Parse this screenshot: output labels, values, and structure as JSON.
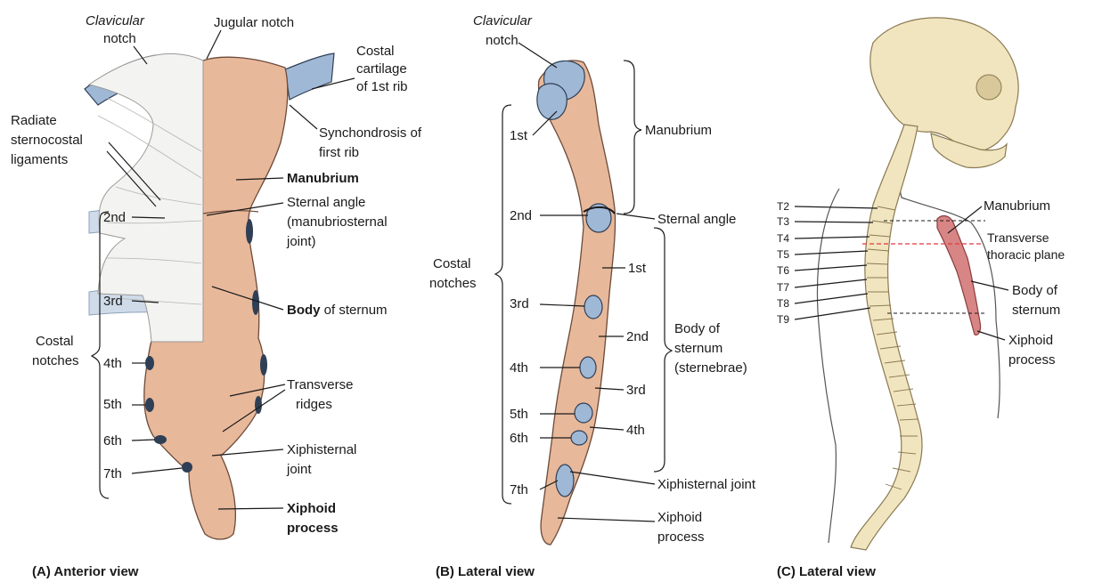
{
  "panels": {
    "a": {
      "caption": "(A)  Anterior view",
      "labels": {
        "clavicular_notch_1": "Clavicular",
        "clavicular_notch_2": "notch",
        "jugular_notch": "Jugular notch",
        "costal_cartilage_1": "Costal",
        "costal_cartilage_2": "cartilage",
        "costal_cartilage_3": "of 1st rib",
        "radiate_1": "Radiate",
        "radiate_2": "sternocostal",
        "radiate_3": "ligaments",
        "synchondrosis_1": "Synchondrosis of",
        "synchondrosis_2": "first rib",
        "manubrium": "Manubrium",
        "sternal_angle_1": "Sternal angle",
        "sternal_angle_2": "(manubriosternal",
        "sternal_angle_3": "joint)",
        "body_bold": "Body",
        "body_rest": " of sternum",
        "transverse_1": "Transverse",
        "transverse_2": "ridges",
        "xiphisternal_1": "Xiphisternal",
        "xiphisternal_2": "joint",
        "xiphoid_1": "Xiphoid",
        "xiphoid_2": "process",
        "costal_notches_1": "Costal",
        "costal_notches_2": "notches",
        "notch_2nd": "2nd",
        "notch_3rd": "3rd",
        "notch_4th": "4th",
        "notch_5th": "5th",
        "notch_6th": "6th",
        "notch_7th": "7th"
      }
    },
    "b": {
      "caption": "(B)  Lateral view",
      "labels": {
        "clavicular_notch_1": "Clavicular",
        "clavicular_notch_2": "notch",
        "manubrium": "Manubrium",
        "first": "1st",
        "second": "2nd",
        "sternal_angle": "Sternal angle",
        "costal_notches_1": "Costal",
        "costal_notches_2": "notches",
        "third": "3rd",
        "fourth": "4th",
        "fifth": "5th",
        "sixth": "6th",
        "seventh": "7th",
        "seg_1st": "1st",
        "seg_2nd": "2nd",
        "seg_3rd": "3rd",
        "seg_4th": "4th",
        "body_1": "Body of",
        "body_2": "sternum",
        "body_3": "(sternebrae)",
        "xiphisternal": "Xiphisternal joint",
        "xiphoid_1": "Xiphoid",
        "xiphoid_2": "process"
      }
    },
    "c": {
      "caption": "(C)  Lateral view",
      "labels": {
        "t2": "T2",
        "t3": "T3",
        "t4": "T4",
        "t5": "T5",
        "t6": "T6",
        "t7": "T7",
        "t8": "T8",
        "t9": "T9",
        "manubrium": "Manubrium",
        "transverse_1": "Transverse",
        "transverse_2": "thoracic plane",
        "body_1": "Body of",
        "body_2": "sternum",
        "xiphoid_1": "Xiphoid",
        "xiphoid_2": "process"
      }
    }
  },
  "colors": {
    "bone": "#e8b89a",
    "cartilage": "#9fb8d6",
    "ligament": "#f3f3f1",
    "plane_line": "#e0393e"
  }
}
